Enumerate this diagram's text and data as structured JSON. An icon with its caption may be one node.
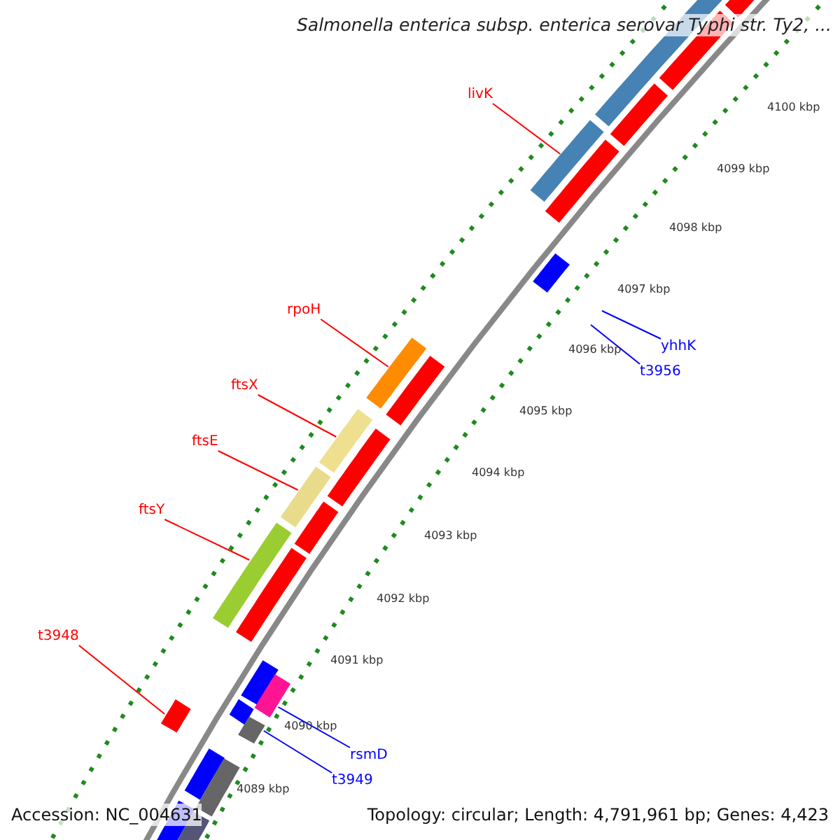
{
  "diagram": {
    "title": "Salmonella enterica subsp. enterica serovar Typhi str. Ty2, ...",
    "nodes": [
      {
        "text": [
          "livK"
        ]
      },
      {
        "text": [],
        "shape": "bar"
      },
      {
        "text": [
          "rpoH"
        ]
      },
      {
        "text": [],
        "shape": "bar"
      },
      {
        "text": [
          "ftsX"
        ]
      },
      {
        "text": [],
        "shape": "bar"
      },
      {
        "text": [
          "ftsE"
        ]
      },
      {
        "text": [],
        "shape": "bar"
      },
      {
        "text": [
          "ftsY"
        ]
      },
      {
        "text": [],
        "shape": "bar"
      },
      {
        "text": [
          "yhhK"
        ]
      },
      {
        "text": [
          "t3956"
        ]
      },
      {
        "text": [
          "t3948"
        ]
      },
      {
        "text": [],
        "shape": "bar"
      },
      {
        "text": [
          "rsmD"
        ]
      },
      {
        "text": [],
        "shape": "bar"
      },
      {
        "text": [
          "t3949"
        ]
      },
      {
        "text": [],
        "shape": "bar"
      }
    ],
    "edges": [
      {
        "from": 0,
        "to": 1,
        "arrow": "none"
      },
      {
        "from": 2,
        "to": 3,
        "arrow": "none"
      },
      {
        "from": 4,
        "to": 5,
        "arrow": "none"
      },
      {
        "from": 6,
        "to": 7,
        "arrow": "none"
      },
      {
        "from": 8,
        "to": 9,
        "arrow": "none"
      },
      {
        "from": 10,
        "to": null,
        "arrow": "none",
        "color": "#0000ff"
      },
      {
        "from": 11,
        "to": null,
        "arrow": "none",
        "color": "#0000ff"
      },
      {
        "from": 12,
        "to": 13,
        "arrow": "none"
      },
      {
        "from": 14,
        "to": 15,
        "arrow": "none",
        "color": "#0000ff"
      },
      {
        "from": 16,
        "to": 17,
        "arrow": "none",
        "color": "#0000ff"
      }
    ],
    "labels": [
      "4100 kbp",
      "4099 kbp",
      "4098 kbp",
      "4097 kbp",
      "4096 kbp",
      "4095 kbp",
      "4094 kbp",
      "4093 kbp",
      "4092 kbp",
      "4091 kbp",
      "4090 kbp",
      "4089 kbp",
      "Accession: NC_004631",
      "Topology: circular; Length: 4,791,961 bp; Genes: 4,423"
    ]
  }
}
